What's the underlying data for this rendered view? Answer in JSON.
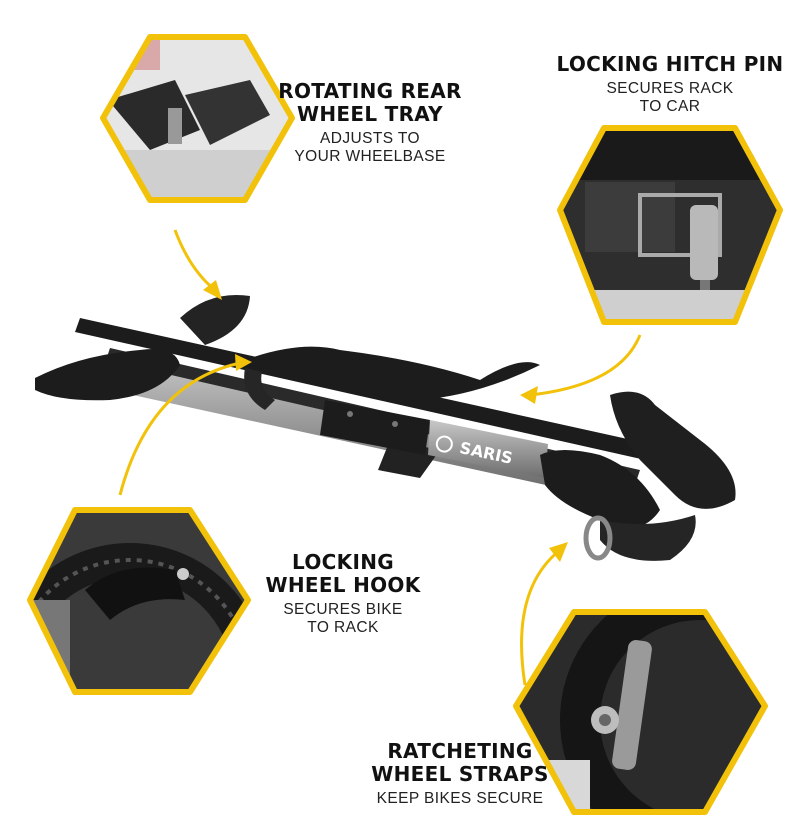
{
  "colors": {
    "accent": "#f2c20a",
    "rack_dark": "#1c1c1c",
    "rack_silver": "#9a9a9a"
  },
  "brand": {
    "logo_text": "SARIS"
  },
  "callouts": {
    "tray": {
      "title": "ROTATING REAR\nWHEEL TRAY",
      "subtitle": "ADJUSTS TO\nYOUR WHEELBASE"
    },
    "pin": {
      "title": "LOCKING HITCH PIN",
      "subtitle": "SECURES RACK\nTO CAR"
    },
    "hook": {
      "title": "LOCKING\nWHEEL HOOK",
      "subtitle": "SECURES BIKE\nTO RACK"
    },
    "straps": {
      "title": "RATCHETING\nWHEEL STRAPS",
      "subtitle": "KEEP BIKES SECURE"
    }
  }
}
